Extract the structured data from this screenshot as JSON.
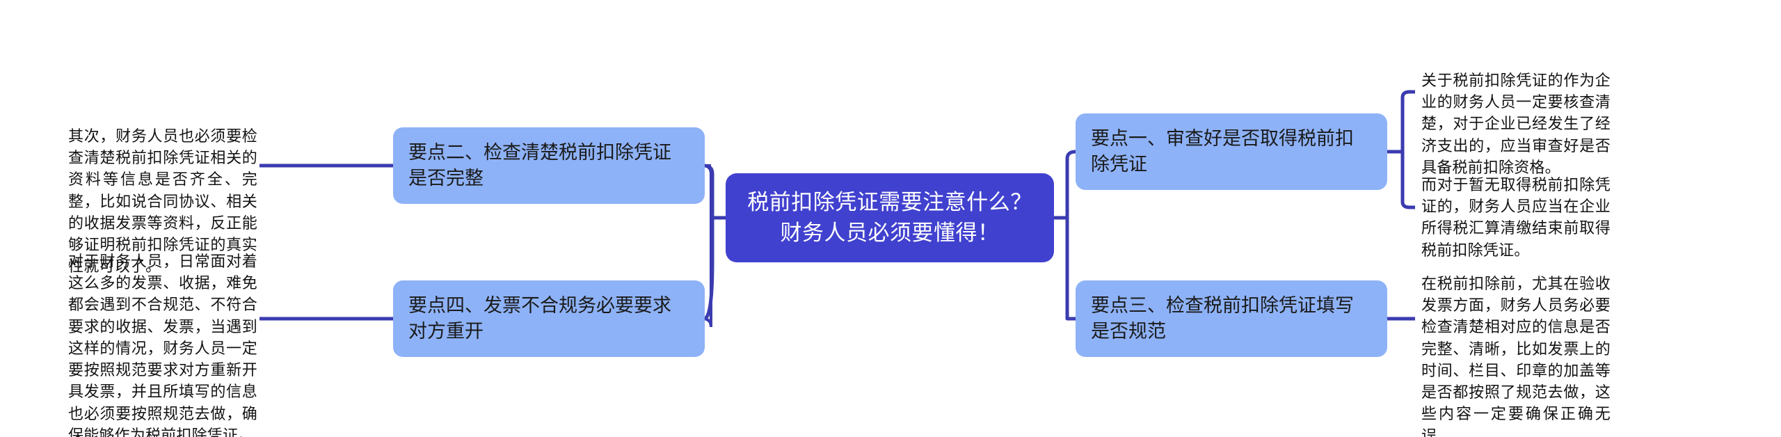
{
  "diagram": {
    "type": "mind-map",
    "background_color": "#ffffff",
    "root_color": "#4141cf",
    "branch_color": "#8eb2f7",
    "line_color": "#3b3bb0",
    "text_color": "#131313"
  },
  "root": {
    "label": "税前扣除凭证需要注意什么？财务人员必须要懂得！"
  },
  "branches": {
    "point1": {
      "label": "要点一、审查好是否取得税前扣除凭证",
      "side": "right"
    },
    "point2": {
      "label": "要点二、检查清楚税前扣除凭证是否完整",
      "side": "left"
    },
    "point3": {
      "label": "要点三、检查税前扣除凭证填写是否规范",
      "side": "right"
    },
    "point4": {
      "label": "要点四、发票不合规务必要要求对方重开",
      "side": "left"
    }
  },
  "leaves": {
    "left_1": "其次，财务人员也必须要检查清楚税前扣除凭证相关的资料等信息是否齐全、完整，比如说合同协议、相关的收据发票等资料，反正能够证明税前扣除凭证的真实性就可以了。",
    "left_2": "对于财务人员，日常面对着这么多的发票、收据，难免都会遇到不合规范、不符合要求的收据、发票，当遇到这样的情况，财务人员一定要按照规范要求对方重新开具发票，并且所填写的信息也必须要按照规范去做，确保能够作为税前扣除凭证。",
    "right_1": "关于税前扣除凭证的作为企业的财务人员一定要核查清楚，对于企业已经发生了经济支出的，应当审查好是否具备税前扣除资格。",
    "right_2": "而对于暂无取得税前扣除凭证的，财务人员应当在企业所得税汇算清缴结束前取得税前扣除凭证。",
    "right_3": "在税前扣除前，尤其在验收发票方面，财务人员务必要检查清楚相对应的信息是否完整、清晰，比如发票上的时间、栏目、印章的加盖等是否都按照了规范去做，这些内容一定要确保正确无误。"
  }
}
